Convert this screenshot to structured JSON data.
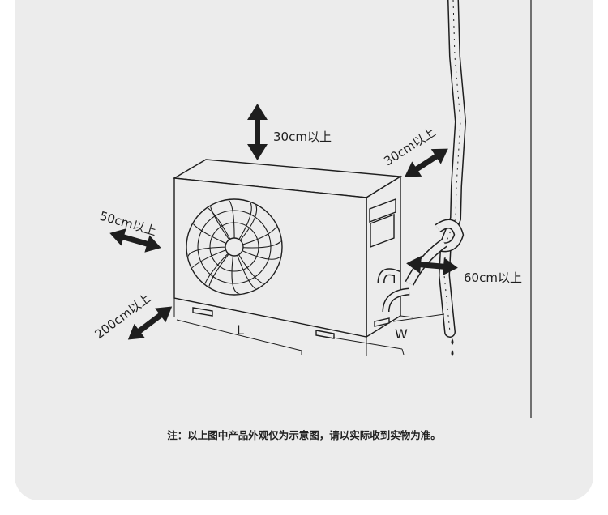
{
  "labels": {
    "top": "30cm以上",
    "back": "30cm以上",
    "left": "50cm以上",
    "front": "200cm以上",
    "right": "60cm以上",
    "length": "L",
    "width": "W"
  },
  "note": "注：以上图中产品外观仅为示意图，请以实际收到实物为准。",
  "colors": {
    "background": "#ececec",
    "line": "#1e1e1e"
  }
}
